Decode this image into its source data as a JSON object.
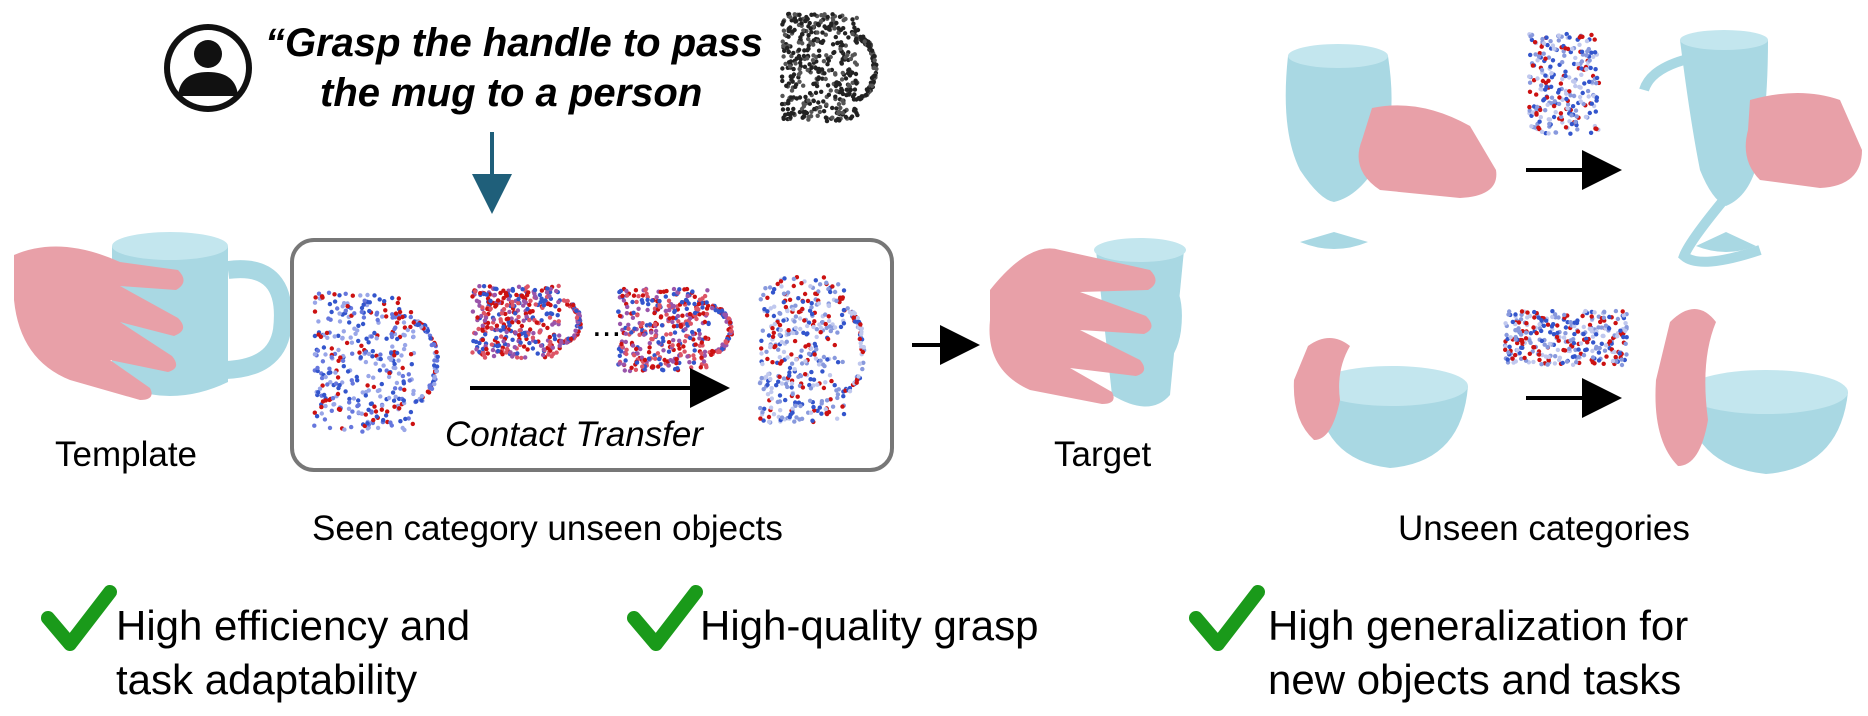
{
  "instruction": {
    "line1": "“Grasp the handle to pass",
    "line2": "the mug to a person"
  },
  "labels": {
    "template": "Template",
    "contact_transfer": "Contact Transfer",
    "ellipsis": "...",
    "target": "Target",
    "seen_caption": "Seen category unseen objects",
    "unseen_caption": "Unseen categories"
  },
  "benefits": [
    {
      "line1": "High efficiency and",
      "line2": "task adaptability"
    },
    {
      "line1": "High-quality grasp",
      "line2": ""
    },
    {
      "line1": "High generalization for",
      "line2": "new objects and tasks"
    }
  ],
  "colors": {
    "hand": "#e8a0a8",
    "object": "#a9d8e3",
    "arrow_down": "#1f5f7a",
    "check": "#1a9a1a",
    "contact_hot": "#cc1111",
    "contact_cold": "#3355cc",
    "pointcloud": "#222222",
    "box_border": "#777777"
  },
  "icons": [
    "user-icon",
    "check-icon",
    "arrow-down-icon",
    "arrow-right-icon"
  ]
}
